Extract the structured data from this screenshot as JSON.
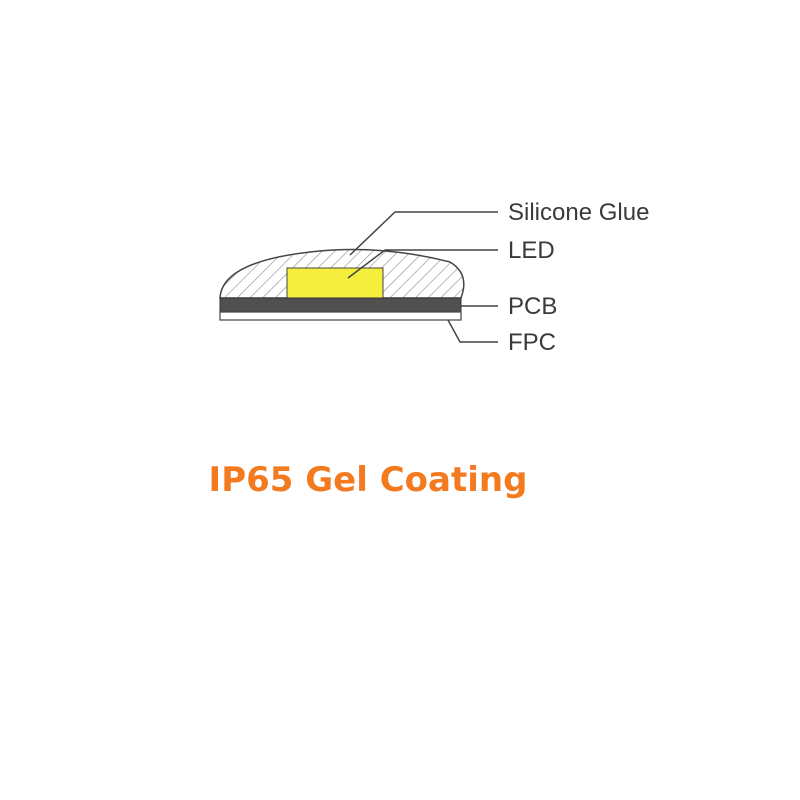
{
  "diagram": {
    "labels": {
      "silicone_glue": "Silicone Glue",
      "led": "LED",
      "pcb": "PCB",
      "fpc": "FPC"
    },
    "colors": {
      "line": "#444444",
      "hatch": "#8c8c8c",
      "led_fill": "#f5ee3c",
      "pcb_fill": "#505050",
      "fpc_fill": "#ffffff"
    }
  },
  "caption": {
    "text": "IP65 Gel Coating",
    "color": "#f47a20"
  }
}
